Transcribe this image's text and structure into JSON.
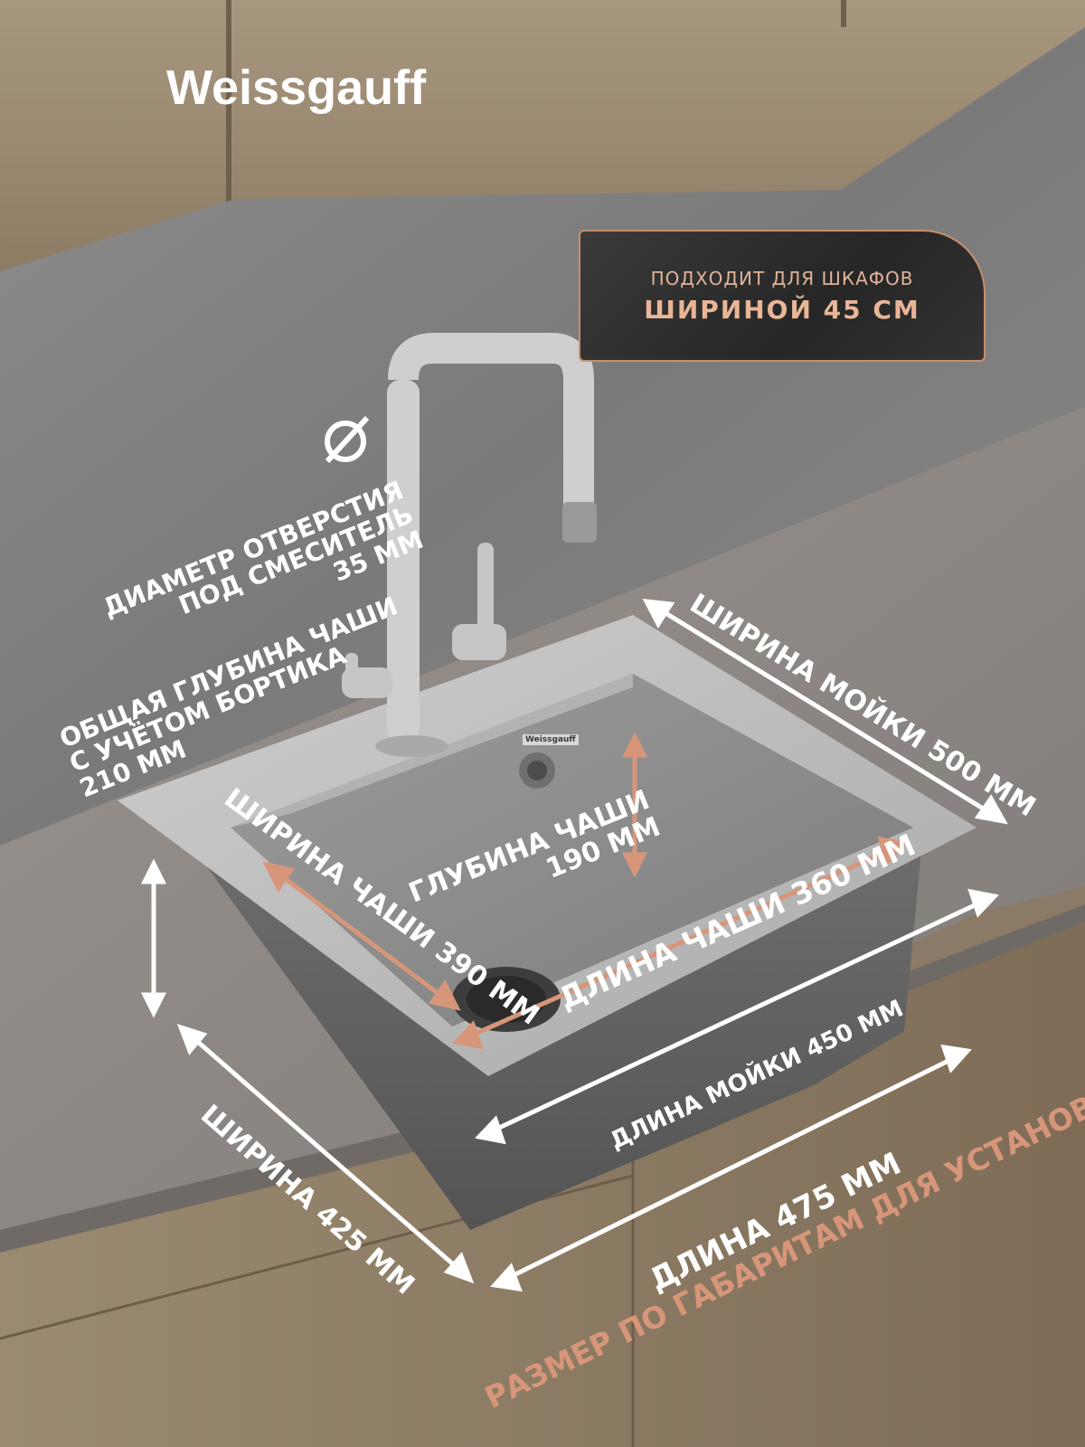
{
  "brand": {
    "name": "Weissgauff"
  },
  "badge": {
    "line1": "ПОДХОДИТ ДЛЯ ШКАФОВ",
    "line2": "ШИРИНОЙ 45 СМ"
  },
  "labels": {
    "hole_diameter": [
      "ДИАМЕТР ОТВЕРСТИЯ",
      "ПОД СМЕСИТЕЛЬ",
      "35 ММ"
    ],
    "total_depth": [
      "ОБЩАЯ ГЛУБИНА ЧАШИ",
      "С УЧЁТОМ БОРТИКА",
      "210 ММ"
    ],
    "sink_width": "ШИРИНА МОЙКИ 500 ММ",
    "bowl_width": "ШИРИНА ЧАШИ 390 ММ",
    "bowl_depth": [
      "ГЛУБИНА ЧАШИ",
      "190 ММ"
    ],
    "bowl_length": "ДЛИНА ЧАШИ 360 ММ",
    "sink_length": "ДЛИНА МОЙКИ 450 ММ",
    "mount_width": "ШИРИНА 425 ММ",
    "mount_length": "ДЛИНА  475 ММ",
    "mount_note": "РАЗМЕР ПО ГАБАРИТАМ ДЛЯ УСТАНОВКИ",
    "sink_badge": "Weissgauff"
  },
  "colors": {
    "copper": "#d7967a",
    "white": "#ffffff",
    "stone": "#8c8c8c",
    "wood": "#9a8a73"
  },
  "icons": {
    "diameter": "diameter-icon"
  }
}
